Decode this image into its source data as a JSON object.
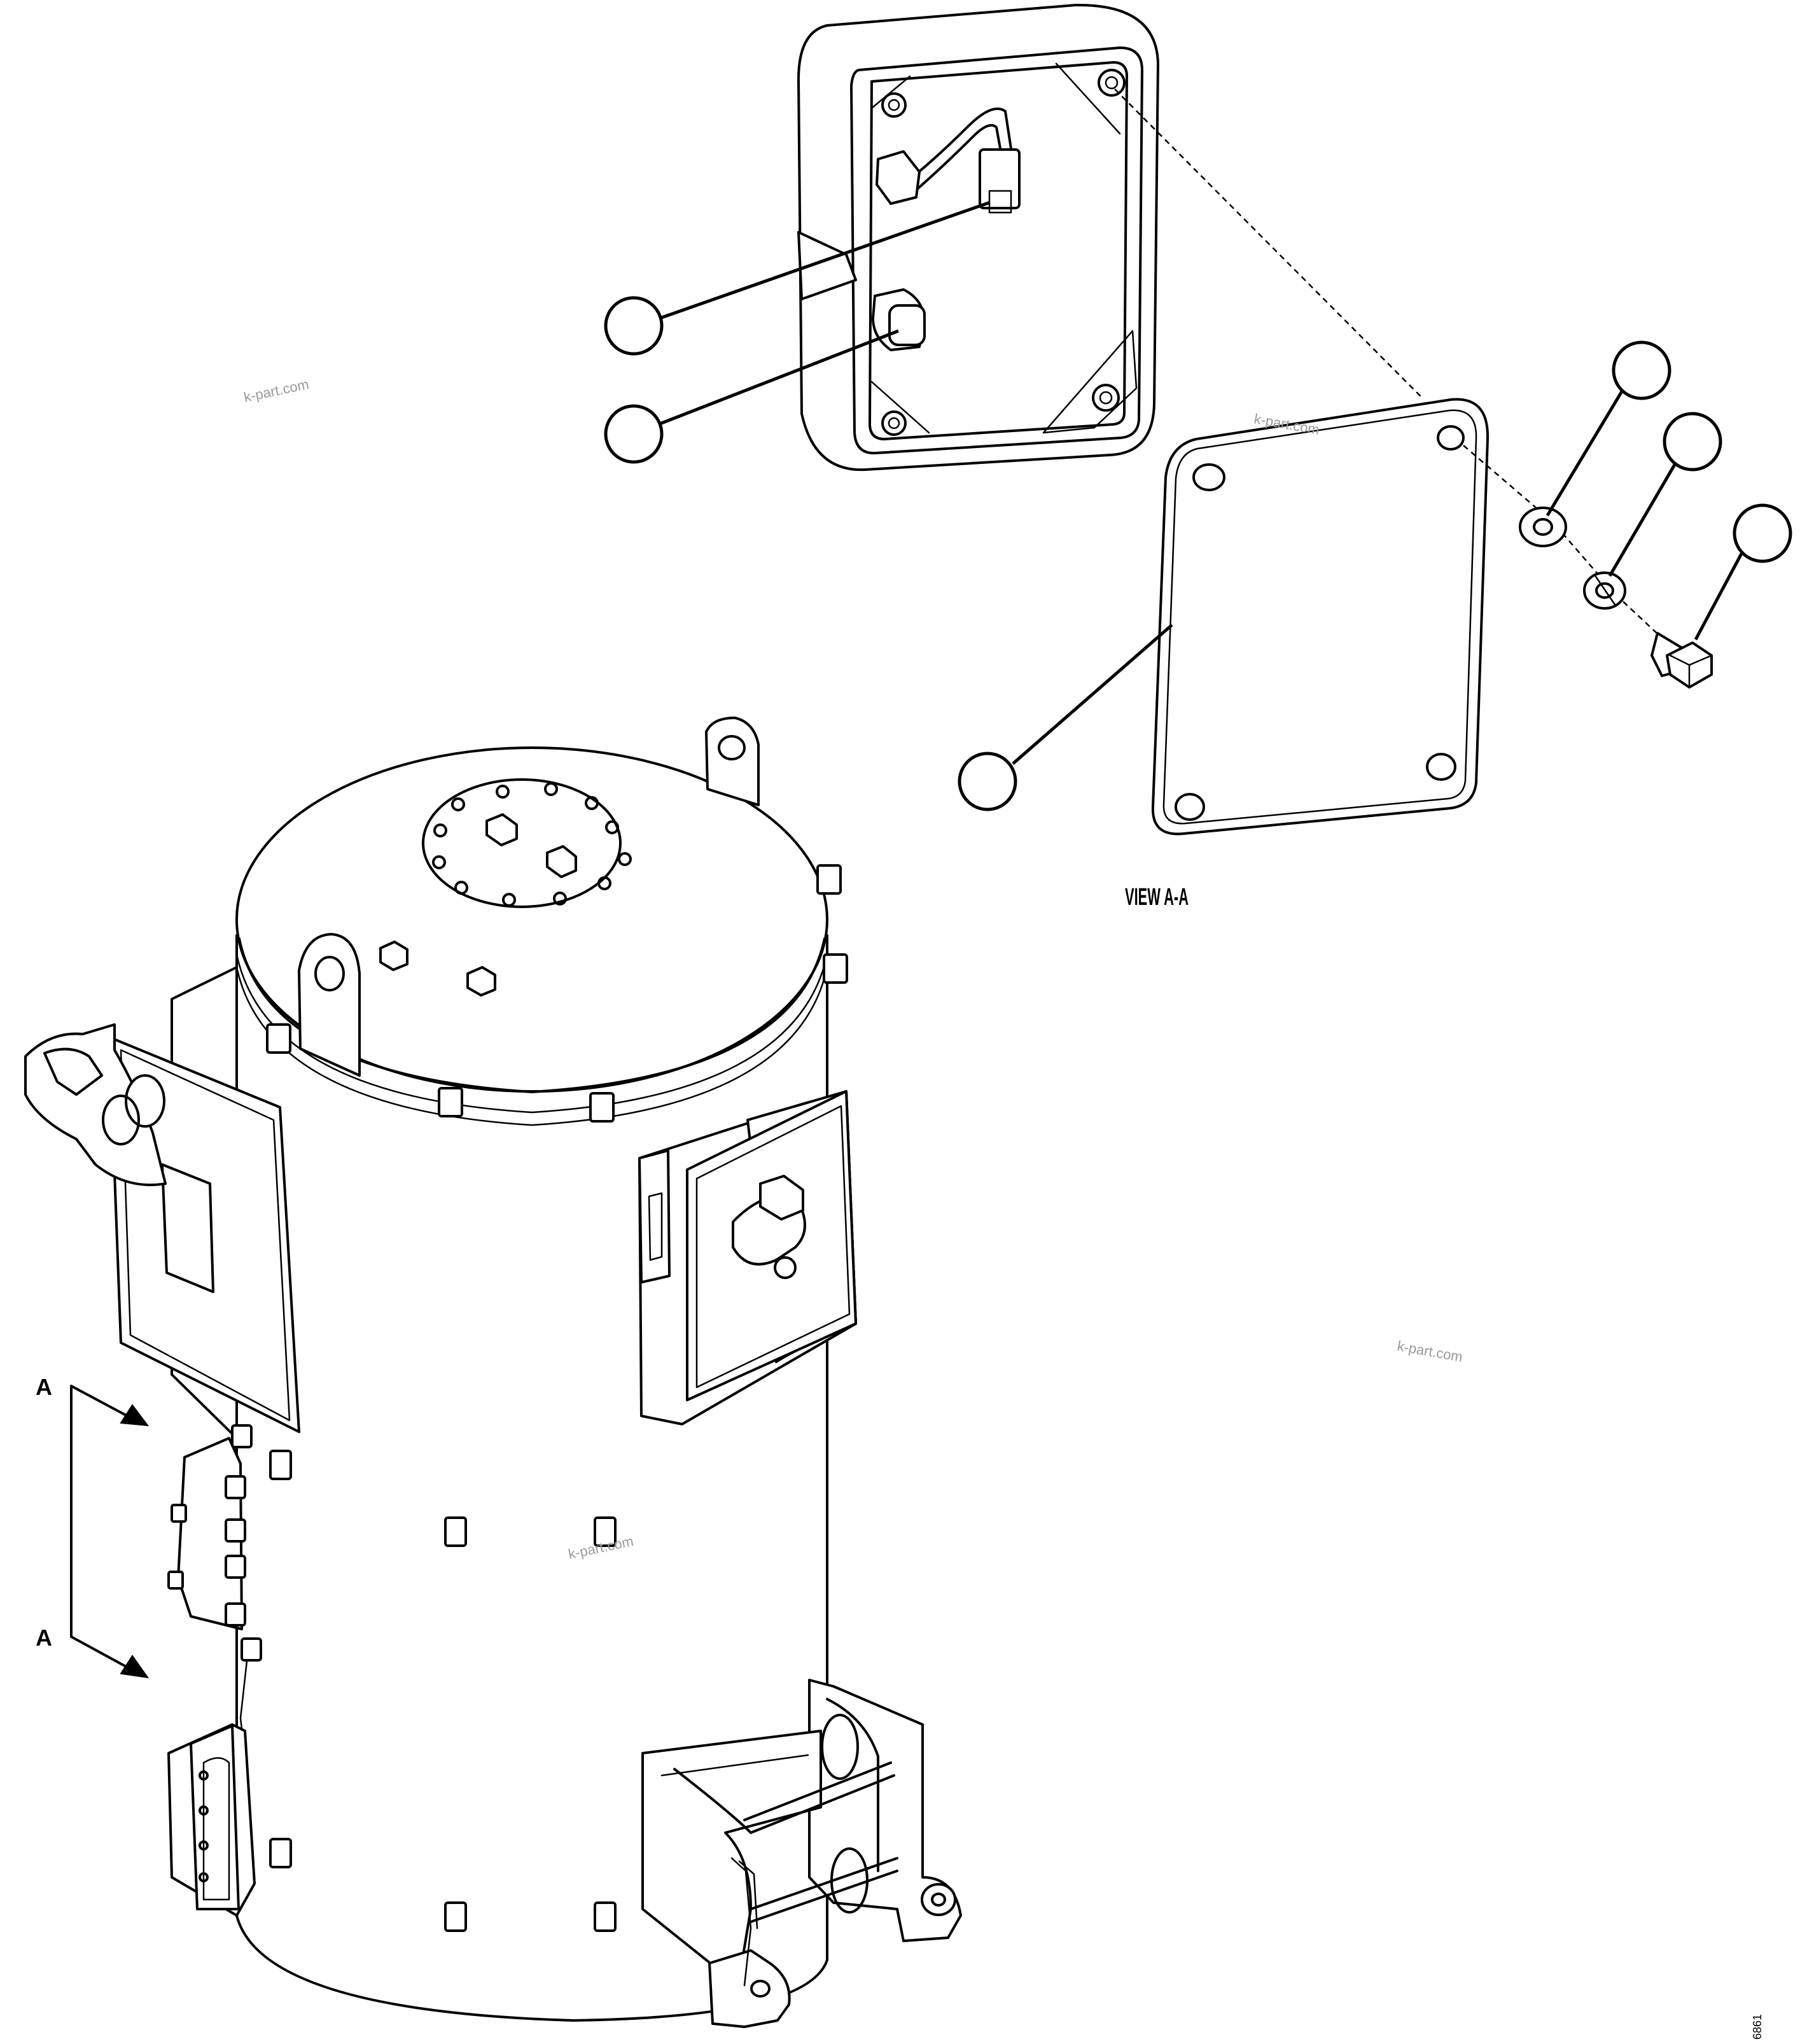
{
  "diagram": {
    "view_label": "VIEW A-A",
    "section_marker_top": "A",
    "section_marker_bottom": "A",
    "watermark": "k-part.com",
    "drawing_number": "6861",
    "callouts": [
      "",
      "",
      "",
      "",
      "",
      ""
    ]
  }
}
